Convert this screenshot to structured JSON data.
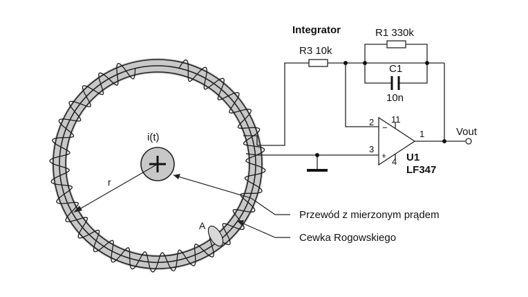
{
  "labels": {
    "integrator": "Integrator",
    "r1": "R1 330k",
    "r3": "R3 10k",
    "c1": "C1",
    "c1_value": "10n",
    "pin2": "2",
    "pin11": "11",
    "pin1": "1",
    "pin3": "3",
    "pin4": "4",
    "minus": "−",
    "plus": "+",
    "u1": "U1",
    "lf347": "LF347",
    "vout": "Vout",
    "current": "i(t)",
    "radius": "r",
    "point_a": "A",
    "conductor": "Przewód z mierzonym prądem",
    "coil": "Cewka Rogowskiego"
  }
}
